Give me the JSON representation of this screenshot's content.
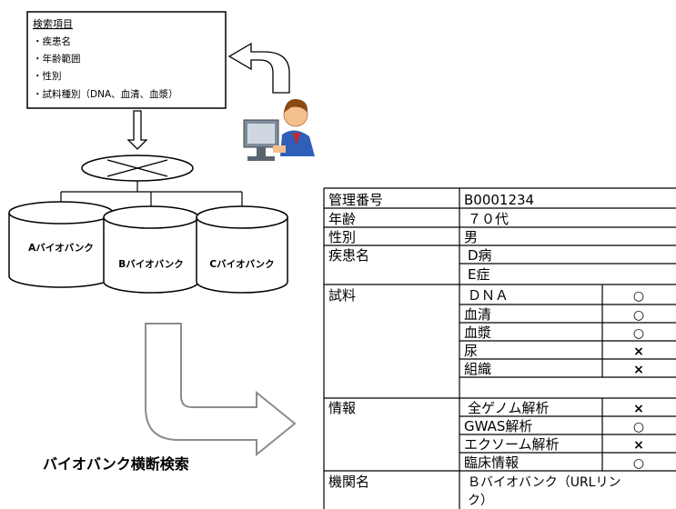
{
  "search_box": {
    "title": "検索項目",
    "items": [
      "・疾患名",
      "・年齢範囲",
      "・性別",
      "・試料種別（DNA、血清、血漿）"
    ]
  },
  "biobanks": [
    "Aバイオバンク",
    "Bバイオバンク",
    "Cバイオバンク"
  ],
  "caption": "バイオバンク横断検索",
  "record": {
    "rows": [
      {
        "label": "管理番号",
        "value": "B0001234"
      },
      {
        "label": "年齢",
        "value": "７０代"
      },
      {
        "label": "性別",
        "value": "男"
      },
      {
        "label": "疾患名",
        "value": "D病"
      },
      {
        "label": "",
        "value": "E症"
      }
    ],
    "samples_label": "試料",
    "samples": [
      {
        "name": "ＤＮＡ",
        "mark": "○"
      },
      {
        "name": "血清",
        "mark": "○"
      },
      {
        "name": "血漿",
        "mark": "○"
      },
      {
        "name": "尿",
        "mark": "×"
      },
      {
        "name": "組織",
        "mark": "×"
      }
    ],
    "info_label": "情報",
    "info": [
      {
        "name": "全ゲノム解析",
        "mark": "×"
      },
      {
        "name": "GWAS解析",
        "mark": "○"
      },
      {
        "name": "エクソーム解析",
        "mark": "×"
      },
      {
        "name": "臨床情報",
        "mark": "○"
      }
    ],
    "org_label": "機関名",
    "org_value_line1": "Ｂバイオバンク（URLリン",
    "org_value_line2": "ク）"
  },
  "icons": [
    "user-at-computer-icon",
    "return-arrow-icon",
    "down-arrow-icon",
    "router-icon",
    "curved-arrow-icon"
  ]
}
